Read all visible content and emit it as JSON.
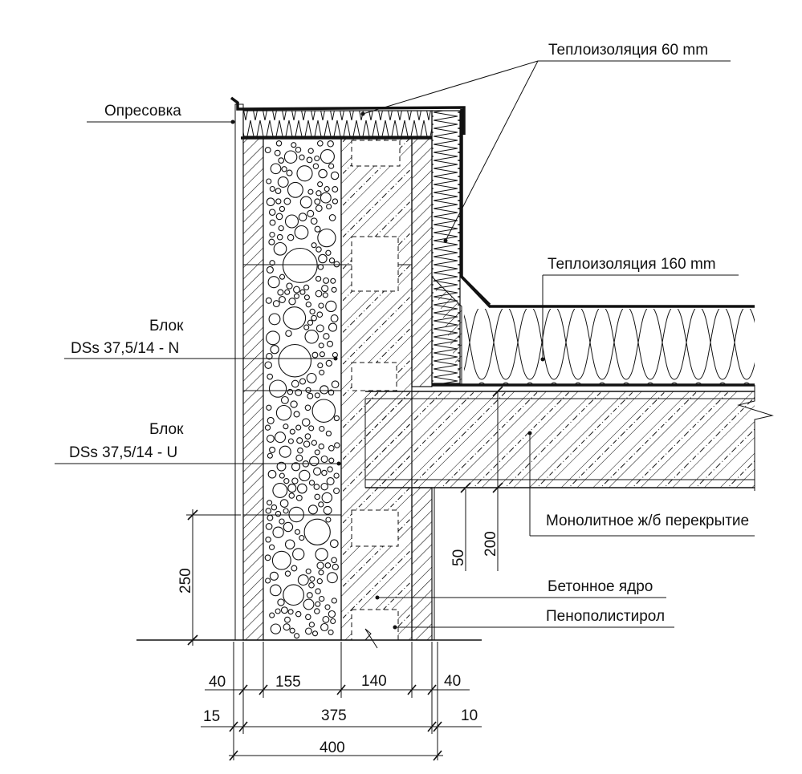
{
  "labels": {
    "pressing": "Опресовка",
    "insulation_60": "Теплоизоляция 60 mm",
    "insulation_160": "Теплоизоляция 160 mm",
    "block_n_line1": "Блок",
    "block_n_line2": "DSs 37,5/14 - N",
    "block_u_line1": "Блок",
    "block_u_line2": "DSs 37,5/14 - U",
    "slab": "Монолитное ж/б перекрытие",
    "concrete_core": "Бетонное ядро",
    "polystyrene": "Пенополистирол"
  },
  "dimensions": {
    "d40_left": "40",
    "d155": "155",
    "d140": "140",
    "d40_right": "40",
    "d15": "15",
    "d375": "375",
    "d10": "10",
    "d400": "400",
    "d250": "250",
    "d50": "50",
    "d200": "200"
  }
}
